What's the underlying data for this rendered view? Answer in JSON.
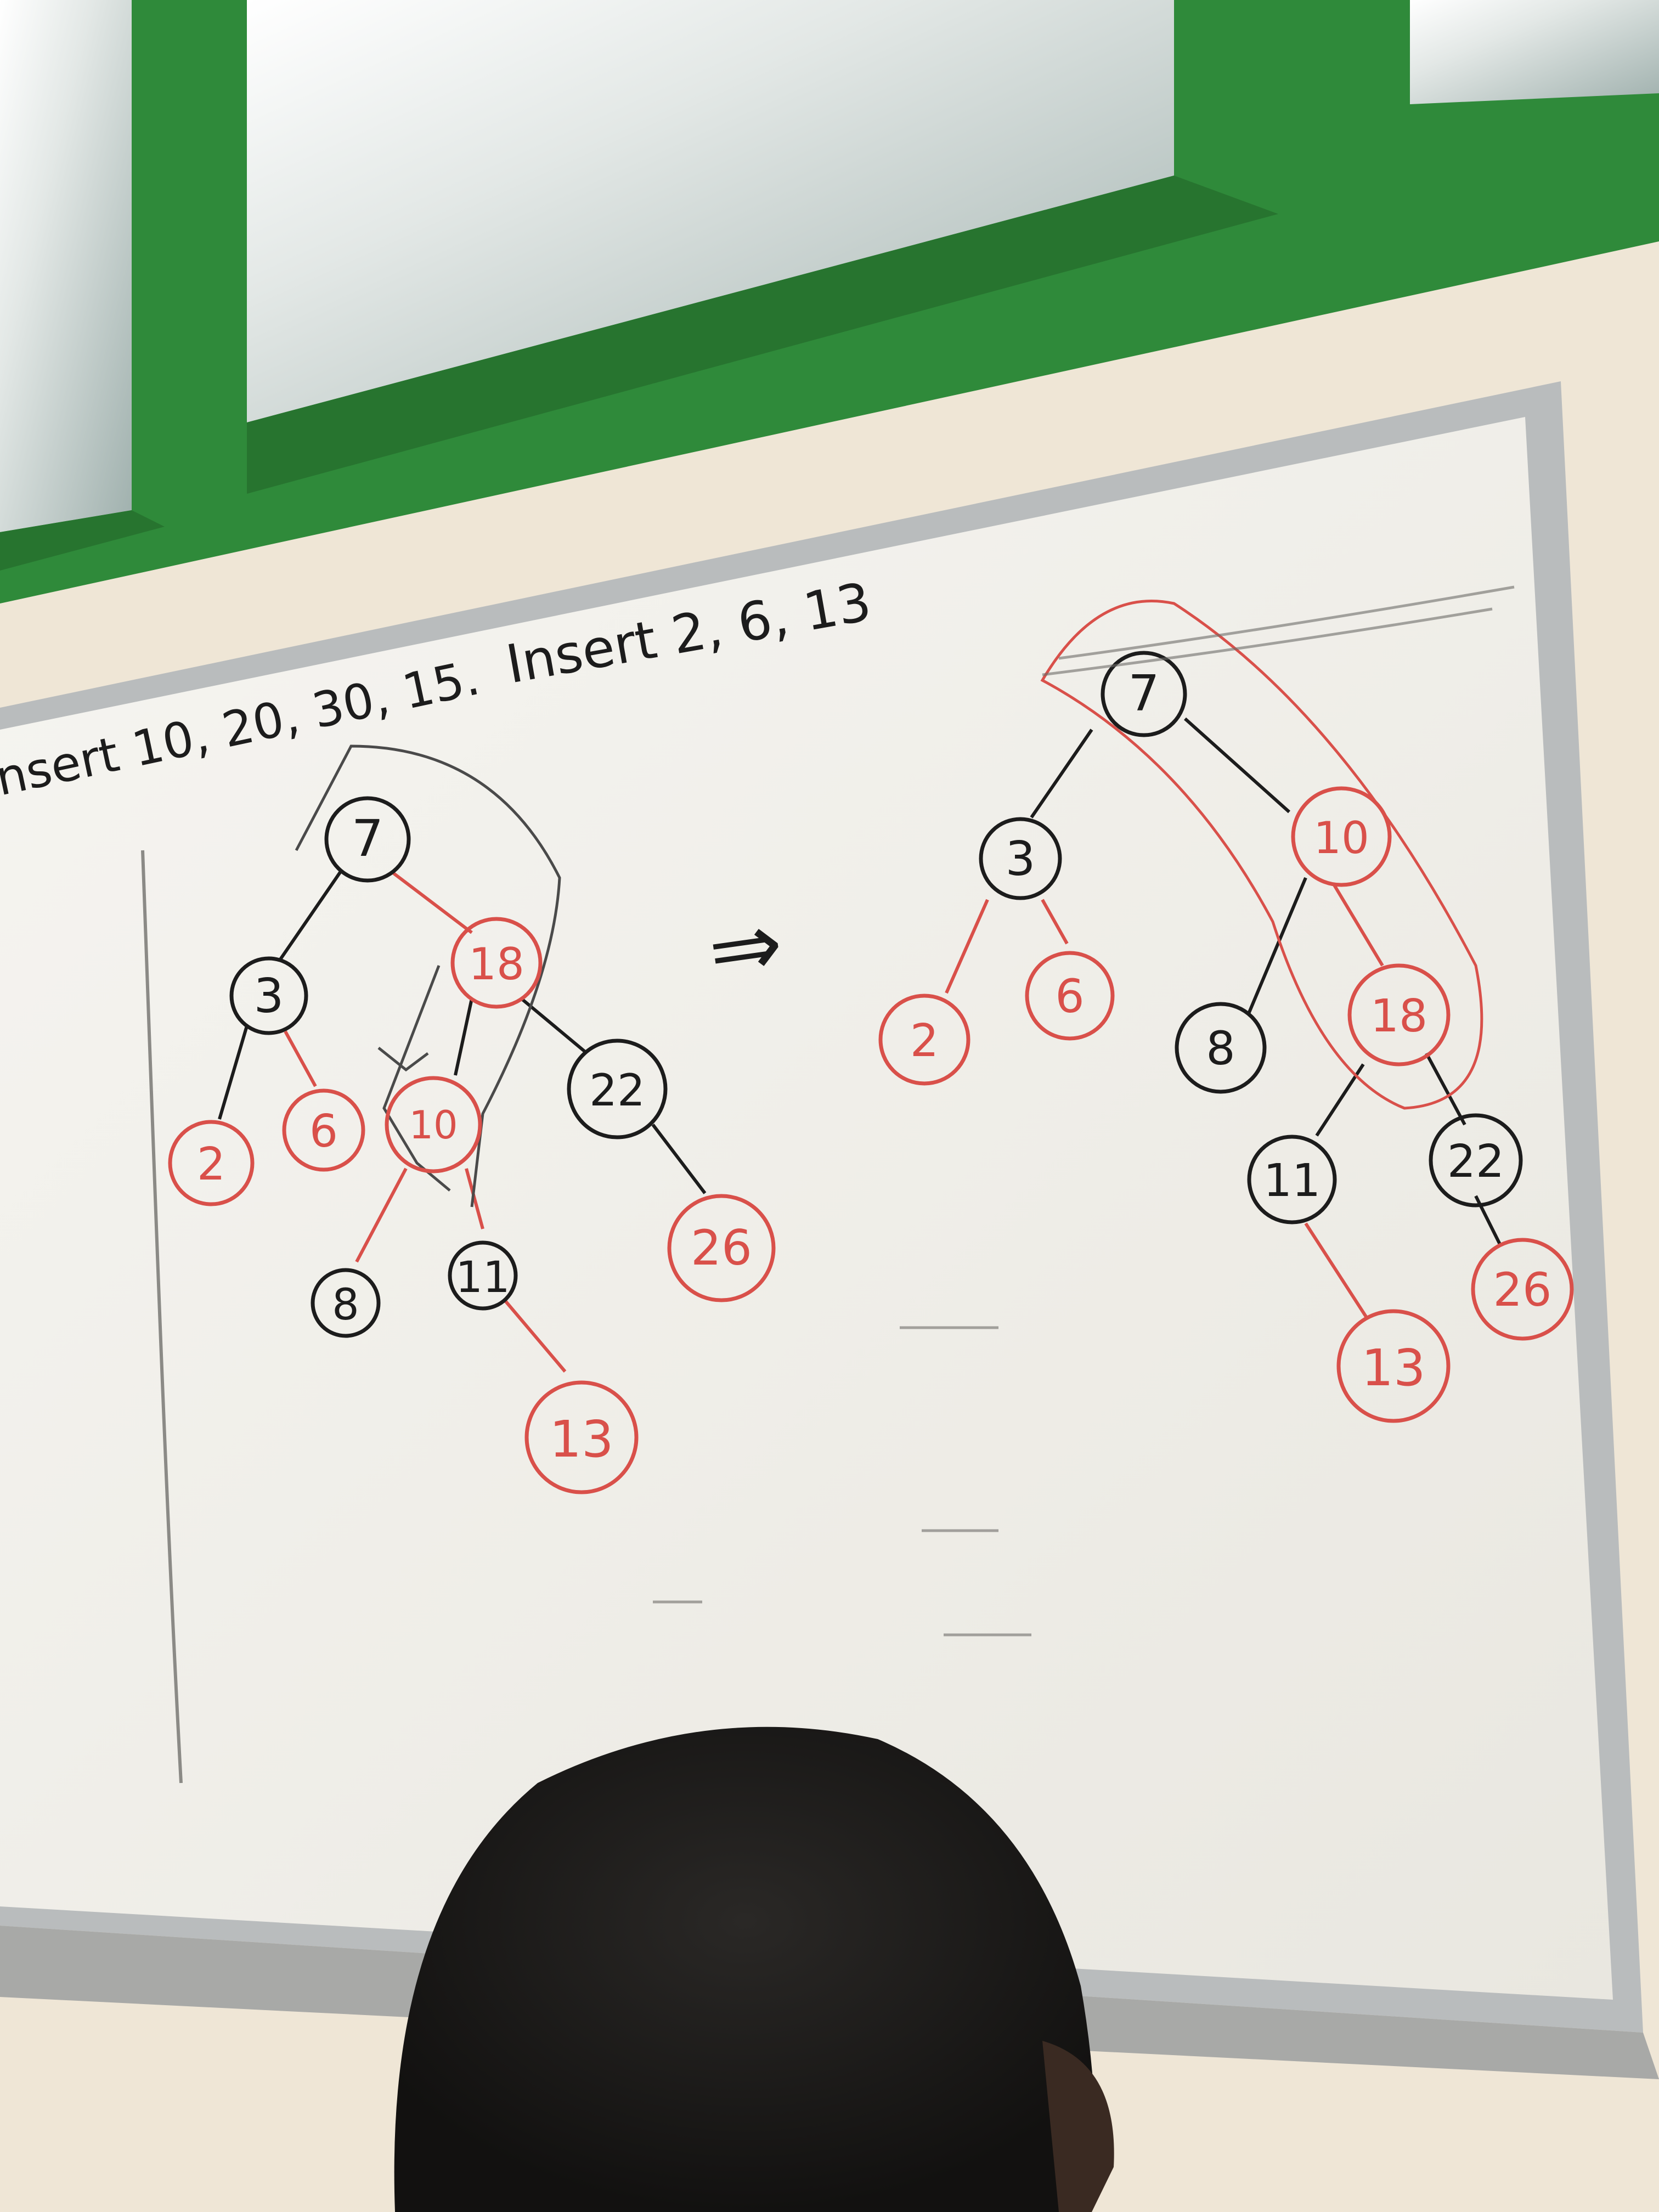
{
  "board": {
    "heading_left": "nsert 10, 20, 30, 15.",
    "heading_center": "Insert 2, 6, 13",
    "arrow": "⇒"
  },
  "tree_before": {
    "nodes": [
      {
        "id": "b7",
        "label": "7",
        "color": "black"
      },
      {
        "id": "b3",
        "label": "3",
        "color": "black"
      },
      {
        "id": "b18",
        "label": "18",
        "color": "red"
      },
      {
        "id": "b2",
        "label": "2",
        "color": "red"
      },
      {
        "id": "b6",
        "label": "6",
        "color": "red"
      },
      {
        "id": "b10",
        "label": "10",
        "color": "red"
      },
      {
        "id": "b22",
        "label": "22",
        "color": "black"
      },
      {
        "id": "b8",
        "label": "8",
        "color": "black"
      },
      {
        "id": "b11",
        "label": "11",
        "color": "black"
      },
      {
        "id": "b26",
        "label": "26",
        "color": "red"
      },
      {
        "id": "b13",
        "label": "13",
        "color": "red"
      }
    ]
  },
  "tree_after": {
    "nodes": [
      {
        "id": "a7",
        "label": "7",
        "color": "black"
      },
      {
        "id": "a3",
        "label": "3",
        "color": "black"
      },
      {
        "id": "a10",
        "label": "10",
        "color": "red"
      },
      {
        "id": "a2",
        "label": "2",
        "color": "red"
      },
      {
        "id": "a6",
        "label": "6",
        "color": "red"
      },
      {
        "id": "a8",
        "label": "8",
        "color": "black"
      },
      {
        "id": "a18",
        "label": "18",
        "color": "red"
      },
      {
        "id": "a11",
        "label": "11",
        "color": "black"
      },
      {
        "id": "a22",
        "label": "22",
        "color": "black"
      },
      {
        "id": "a13",
        "label": "13",
        "color": "red"
      },
      {
        "id": "a26",
        "label": "26",
        "color": "red"
      }
    ]
  },
  "colors": {
    "wall": "#efe6d6",
    "window_frame": "#2f8a3a",
    "glass": "#b9c3c0",
    "board": "#f4f3ee",
    "marker_black": "#1c1c1c",
    "marker_red": "#d9504a",
    "hair": "#1b1a19"
  }
}
